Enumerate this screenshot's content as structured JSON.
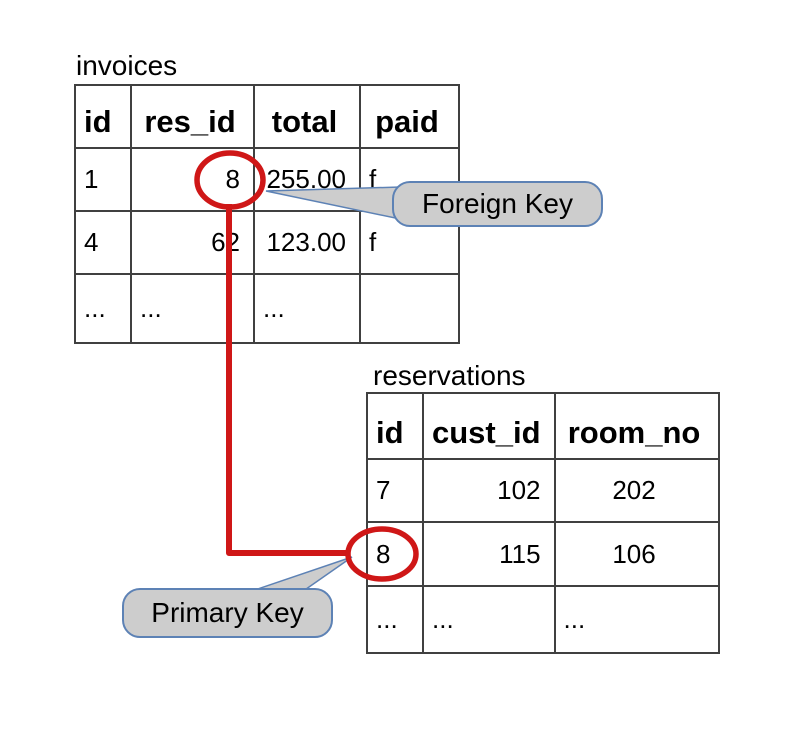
{
  "tables": [
    {
      "title": "invoices",
      "columns": [
        "id",
        "res_id",
        "total",
        "paid"
      ],
      "rows": [
        [
          "1",
          "8",
          "255.00",
          "f"
        ],
        [
          "4",
          "62",
          "123.00",
          "f"
        ],
        [
          "...",
          "...",
          "...",
          ""
        ]
      ]
    },
    {
      "title": "reservations",
      "columns": [
        "id",
        "cust_id",
        "room_no"
      ],
      "rows": [
        [
          "7",
          "102",
          "202"
        ],
        [
          "8",
          "115",
          "106"
        ],
        [
          "...",
          "...",
          "..."
        ]
      ]
    }
  ],
  "callouts": {
    "foreign_key": {
      "label": "Foreign Key"
    },
    "primary_key": {
      "label": "Primary Key"
    }
  },
  "annotations": {
    "circled_values": [
      {
        "table": "invoices",
        "column": "res_id",
        "value": "8"
      },
      {
        "table": "reservations",
        "column": "id",
        "value": "8"
      }
    ]
  },
  "colors": {
    "highlight_red": "#cf1717",
    "callout_fill": "#cdcdcd",
    "callout_border": "#5d82b5",
    "table_border": "#404040",
    "text": "#000000"
  }
}
